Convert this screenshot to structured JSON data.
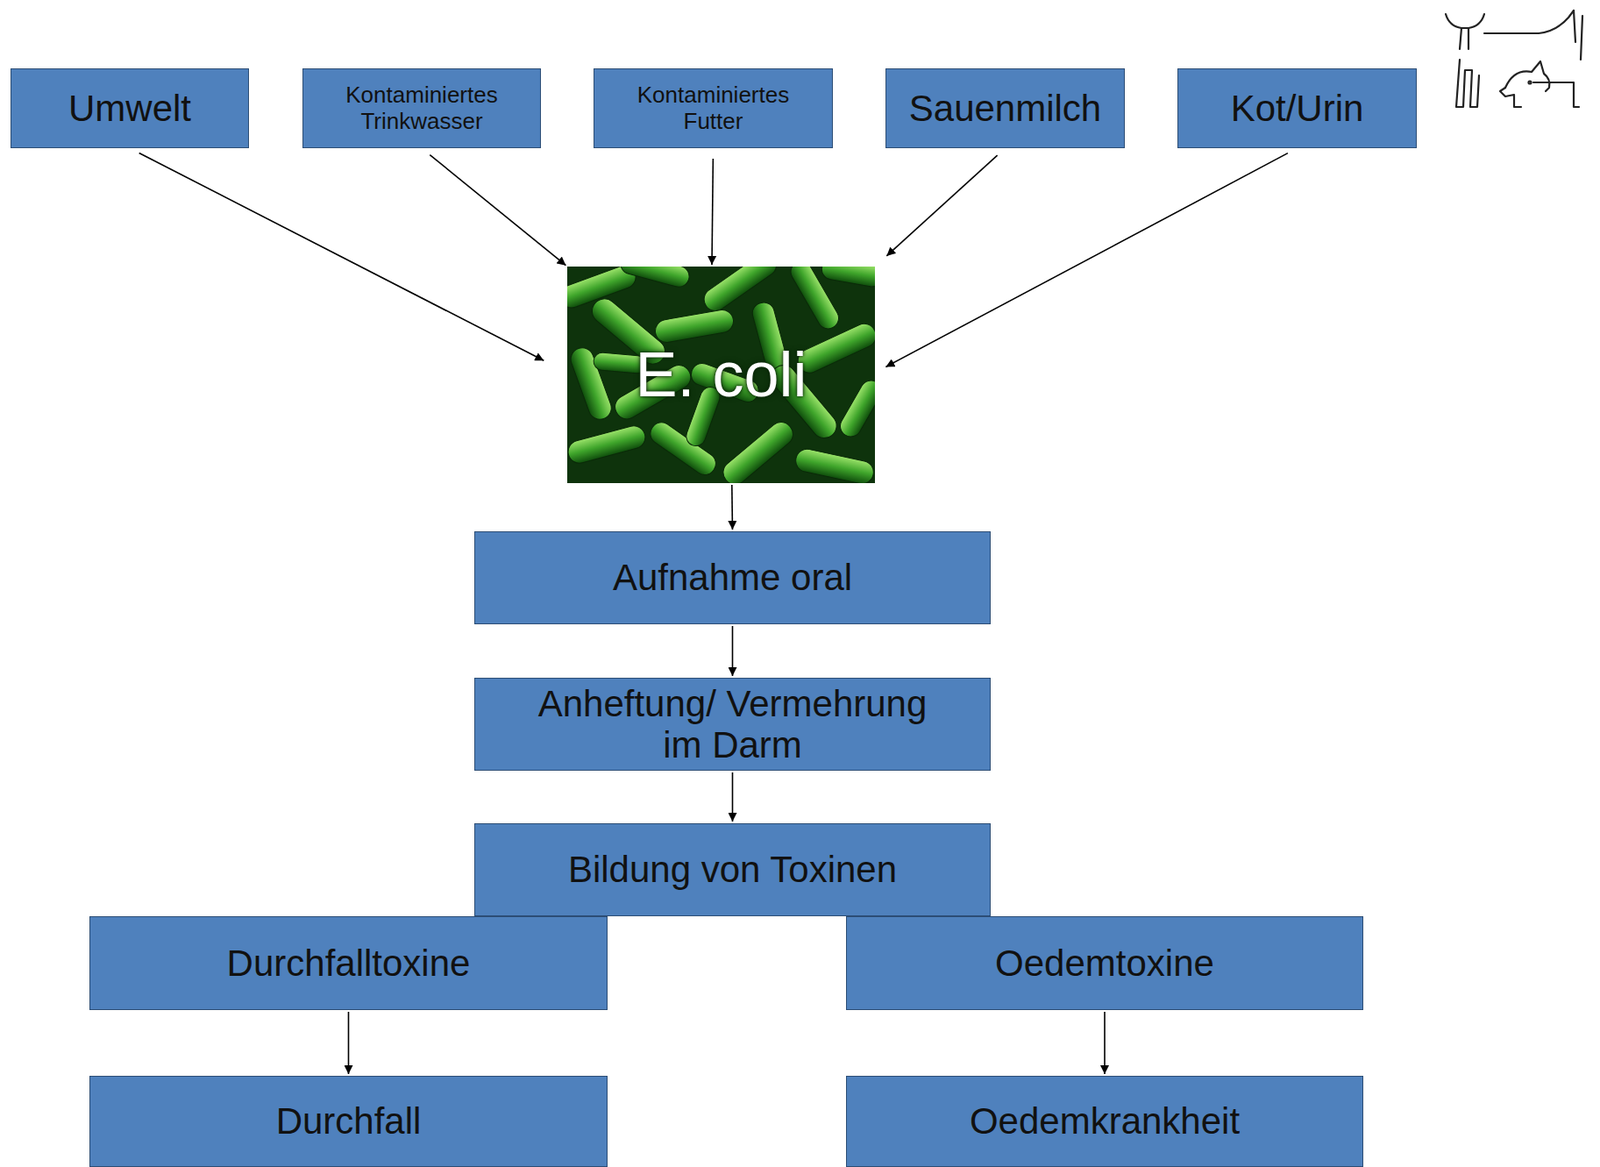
{
  "diagram": {
    "nodes": [
      {
        "text": [
          "Umwelt"
        ]
      },
      {
        "text": [
          "Kontaminiertes Trinkwasser"
        ]
      },
      {
        "text": [
          "Kontaminiertes Futter"
        ]
      },
      {
        "text": [
          "Sauenmilch"
        ]
      },
      {
        "text": [
          "Kot/Urin"
        ]
      },
      {
        "text": [
          "E. coli"
        ]
      },
      {
        "text": [
          "Aufnahme oral"
        ]
      },
      {
        "text": [
          "Anheftung/ Vermehrung im Darm"
        ]
      },
      {
        "text": [
          "Bildung von Toxinen"
        ]
      },
      {
        "text": [
          "Durchfalltoxine"
        ]
      },
      {
        "text": [
          "Oedemtoxine"
        ]
      },
      {
        "text": [
          "Durchfall"
        ]
      },
      {
        "text": [
          "Oedemkrankheit"
        ]
      }
    ],
    "edges": [
      {
        "from": 0,
        "to": 5,
        "arrow": "to"
      },
      {
        "from": 1,
        "to": 5,
        "arrow": "to"
      },
      {
        "from": 2,
        "to": 5,
        "arrow": "to"
      },
      {
        "from": 3,
        "to": 5,
        "arrow": "to"
      },
      {
        "from": 4,
        "to": 5,
        "arrow": "to"
      },
      {
        "from": 5,
        "to": 6,
        "arrow": "to"
      },
      {
        "from": 6,
        "to": 7,
        "arrow": "to"
      },
      {
        "from": 7,
        "to": 8,
        "arrow": "to"
      },
      {
        "from": 9,
        "to": 11,
        "arrow": "to"
      },
      {
        "from": 10,
        "to": 12,
        "arrow": "to"
      }
    ]
  }
}
